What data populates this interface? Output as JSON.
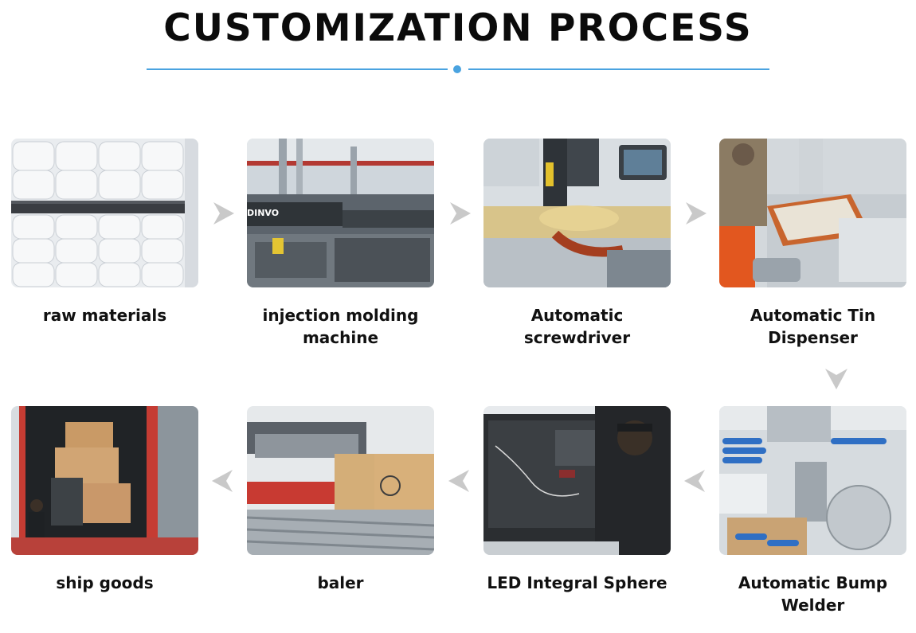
{
  "title": "CUSTOMIZATION PROCESS",
  "colors": {
    "accent": "#4aa3e0",
    "arrow": "#c9c9c9"
  },
  "steps": [
    {
      "label": "raw materials",
      "icon": "raw-materials-photo"
    },
    {
      "label": "injection molding\nmachine",
      "icon": "injection-molding-photo"
    },
    {
      "label": "Automatic\nscrewdriver",
      "icon": "screwdriver-photo"
    },
    {
      "label": "Automatic Tin\nDispenser",
      "icon": "tin-dispenser-photo"
    },
    {
      "label": "Automatic Bump\nWelder",
      "icon": "bump-welder-photo"
    },
    {
      "label": "LED Integral Sphere",
      "icon": "integral-sphere-photo"
    },
    {
      "label": "baler",
      "icon": "baler-photo"
    },
    {
      "label": "ship goods",
      "icon": "ship-goods-photo"
    }
  ]
}
